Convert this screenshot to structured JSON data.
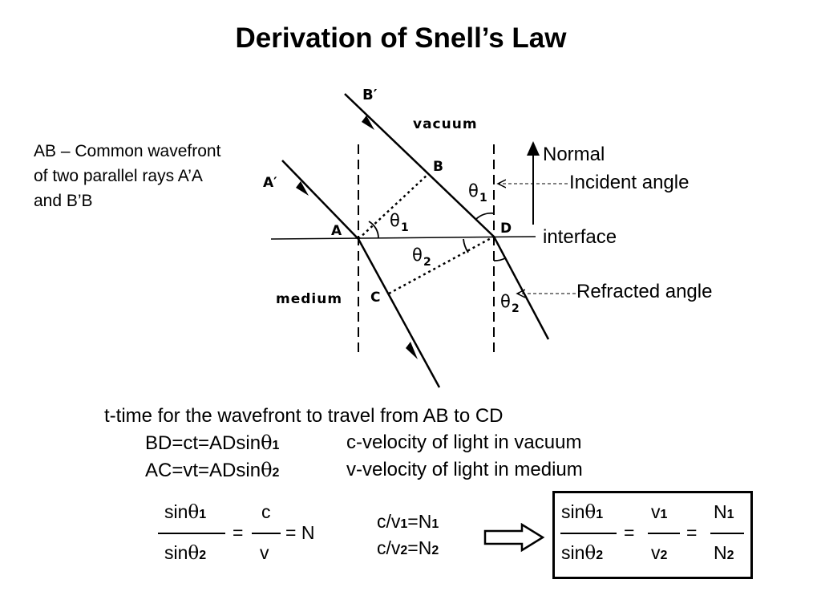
{
  "title": "Derivation of Snell’s Law",
  "side_note": "AB – Common wavefront of two parallel rays A’A and B’B",
  "diagram": {
    "points": {
      "b_prime": "B′",
      "a_prime": "A′",
      "a": "A",
      "b": "B",
      "c": "C",
      "d": "D"
    },
    "regions": {
      "vacuum": "vacuum",
      "medium": "medium"
    },
    "theta": "θ",
    "sub1": "1",
    "sub2": "2"
  },
  "labels": {
    "normal": "Normal",
    "incident_angle": "Incident angle",
    "interface": "interface",
    "refracted_angle": "Refracted angle"
  },
  "explanation": {
    "line1": "t-time for the wavefront to travel from AB to CD",
    "line2_left": "BD=ct=ADsin",
    "line2_right": "c-velocity of light in vacuum",
    "line3_left": "AC=vt=ADsin",
    "line3_right": "v-velocity of light in medium"
  },
  "equations": {
    "sin": "sin",
    "theta": "θ",
    "eq1_c": "c",
    "eq1_v": "v",
    "equals": "=",
    "eq1_result": "= N",
    "cv1": "c/v",
    "cv2": "c/v",
    "eqN": "=N",
    "v": "v",
    "N": "N",
    "one": "1",
    "two": "2"
  }
}
